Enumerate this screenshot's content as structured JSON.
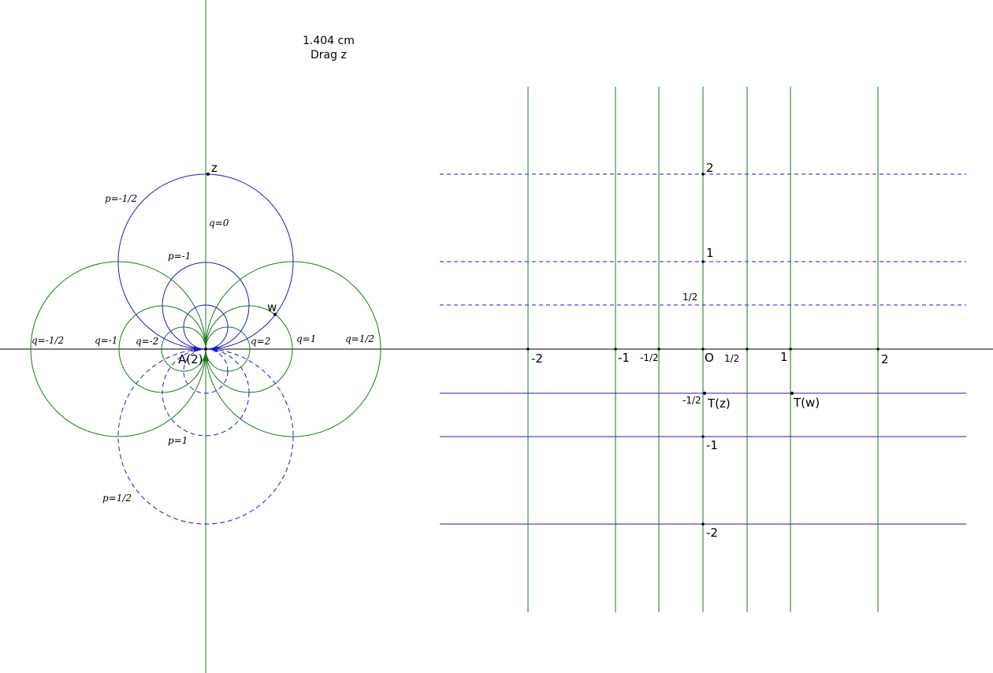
{
  "header": {
    "status_text": "1.404 cm",
    "hint_text": "Drag z"
  },
  "colors": {
    "blue": "#1a1acc",
    "green": "#1a7a1a",
    "axis": "#000000",
    "point": "#000000"
  },
  "left_panel": {
    "point_labels": {
      "z": "z",
      "w": "w",
      "origin": "A(2)"
    },
    "p_curve_labels": [
      "p=-1/2",
      "p=-1",
      "p=1",
      "p=1/2"
    ],
    "q_curve_labels": [
      "q=0",
      "q=-1/2",
      "q=-1",
      "q=-2",
      "q=2",
      "q=1",
      "q=1/2"
    ]
  },
  "right_panel": {
    "x_tick_labels": [
      "-2",
      "-1",
      "-1/2",
      "O",
      "1/2",
      "1",
      "2"
    ],
    "y_tick_labels": [
      "2",
      "1",
      "1/2",
      "-1/2",
      "-1",
      "-2"
    ],
    "point_labels": {
      "tz": "T(z)",
      "tw": "T(w)"
    }
  }
}
